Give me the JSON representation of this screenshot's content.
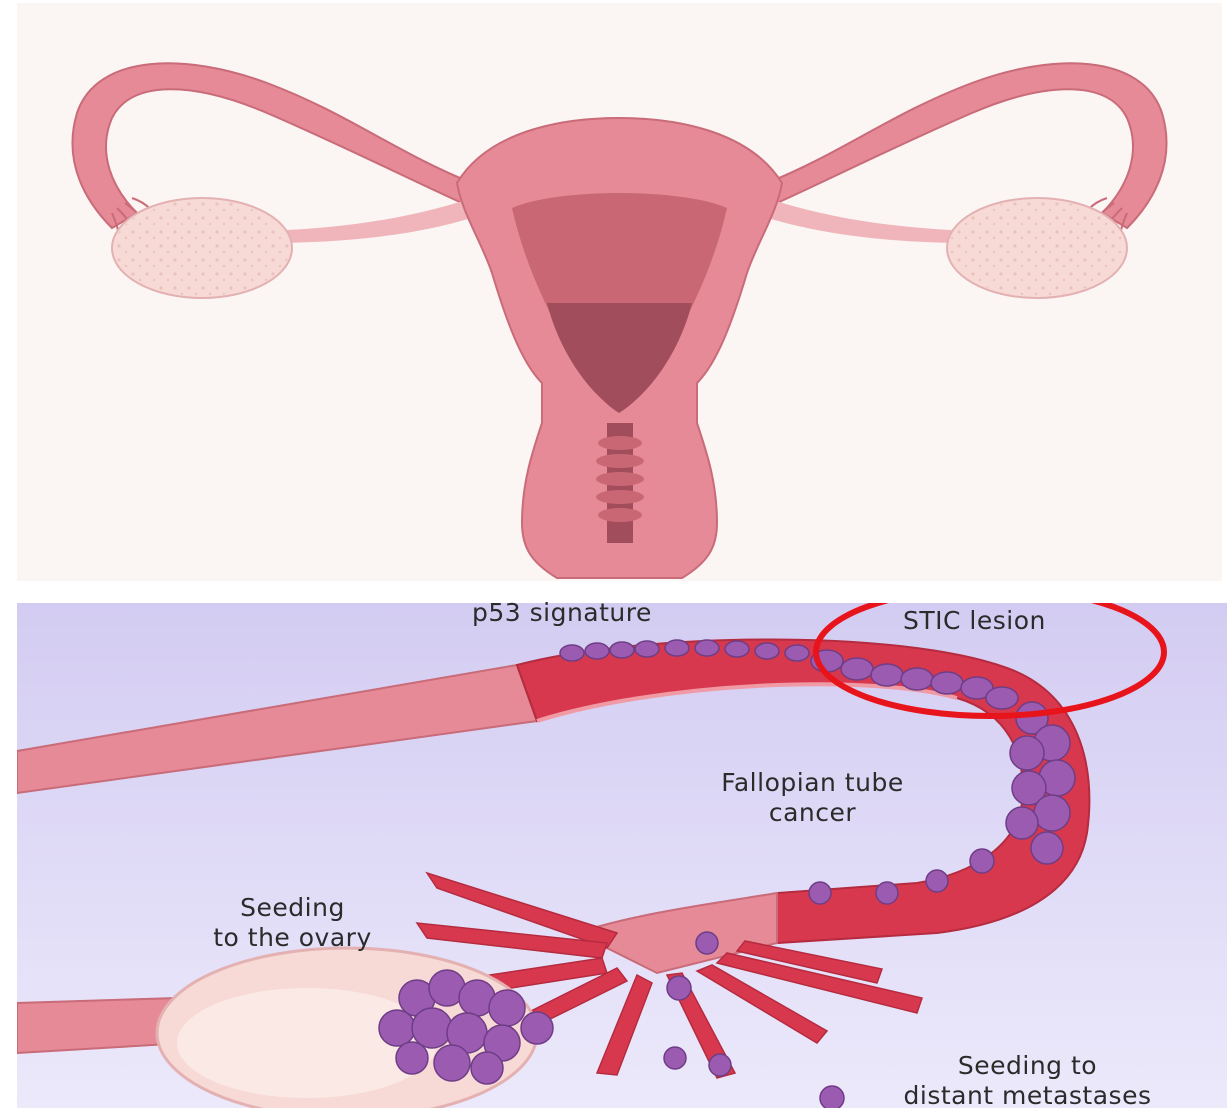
{
  "labels": {
    "p53": "p53 signature",
    "stic": "STIC lesion",
    "fallopian_line1": "Fallopian tube",
    "fallopian_line2": "cancer",
    "seeding_ovary_line1": "Seeding",
    "seeding_ovary_line2": "to the ovary",
    "seeding_distant_line1": "Seeding to",
    "seeding_distant_line2": "distant metastases"
  },
  "colors": {
    "top_background": "#fbf5f3",
    "bottom_background": "#d8d2f4",
    "tissue_pink": "#e58a96",
    "tissue_light": "#f0b5bb",
    "tube_red": "#d8384e",
    "ovary_cream": "#f7dad6",
    "tumor_purple": "#9a5bb0",
    "highlight_circle": "#e8141b"
  }
}
